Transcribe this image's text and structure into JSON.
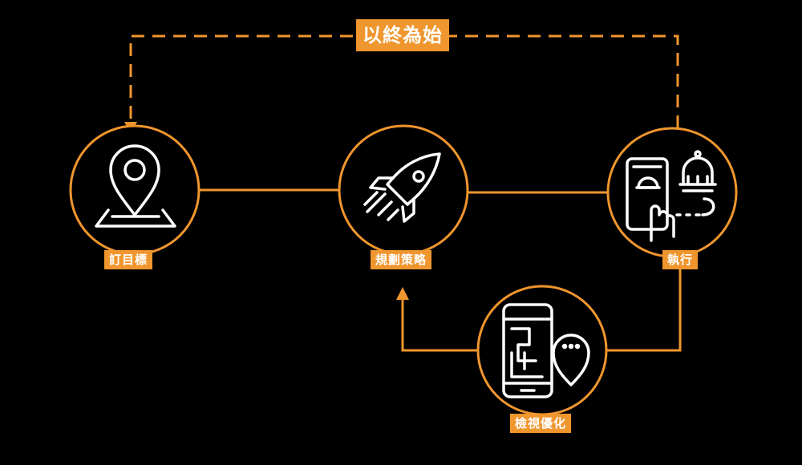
{
  "diagram": {
    "loop_label": "以終為始",
    "nodes": [
      {
        "id": "set-goal",
        "label": "訂目標",
        "icon": "map-pin-icon"
      },
      {
        "id": "plan-strategy",
        "label": "規劃策略",
        "icon": "rocket-icon"
      },
      {
        "id": "execute",
        "label": "執行",
        "icon": "phone-tap-icon"
      },
      {
        "id": "review-optimize",
        "label": "檢視優化",
        "icon": "phone-map-icon"
      }
    ],
    "colors": {
      "accent": "#f0962e",
      "background": "#000000",
      "icon": "#ffffff"
    }
  }
}
